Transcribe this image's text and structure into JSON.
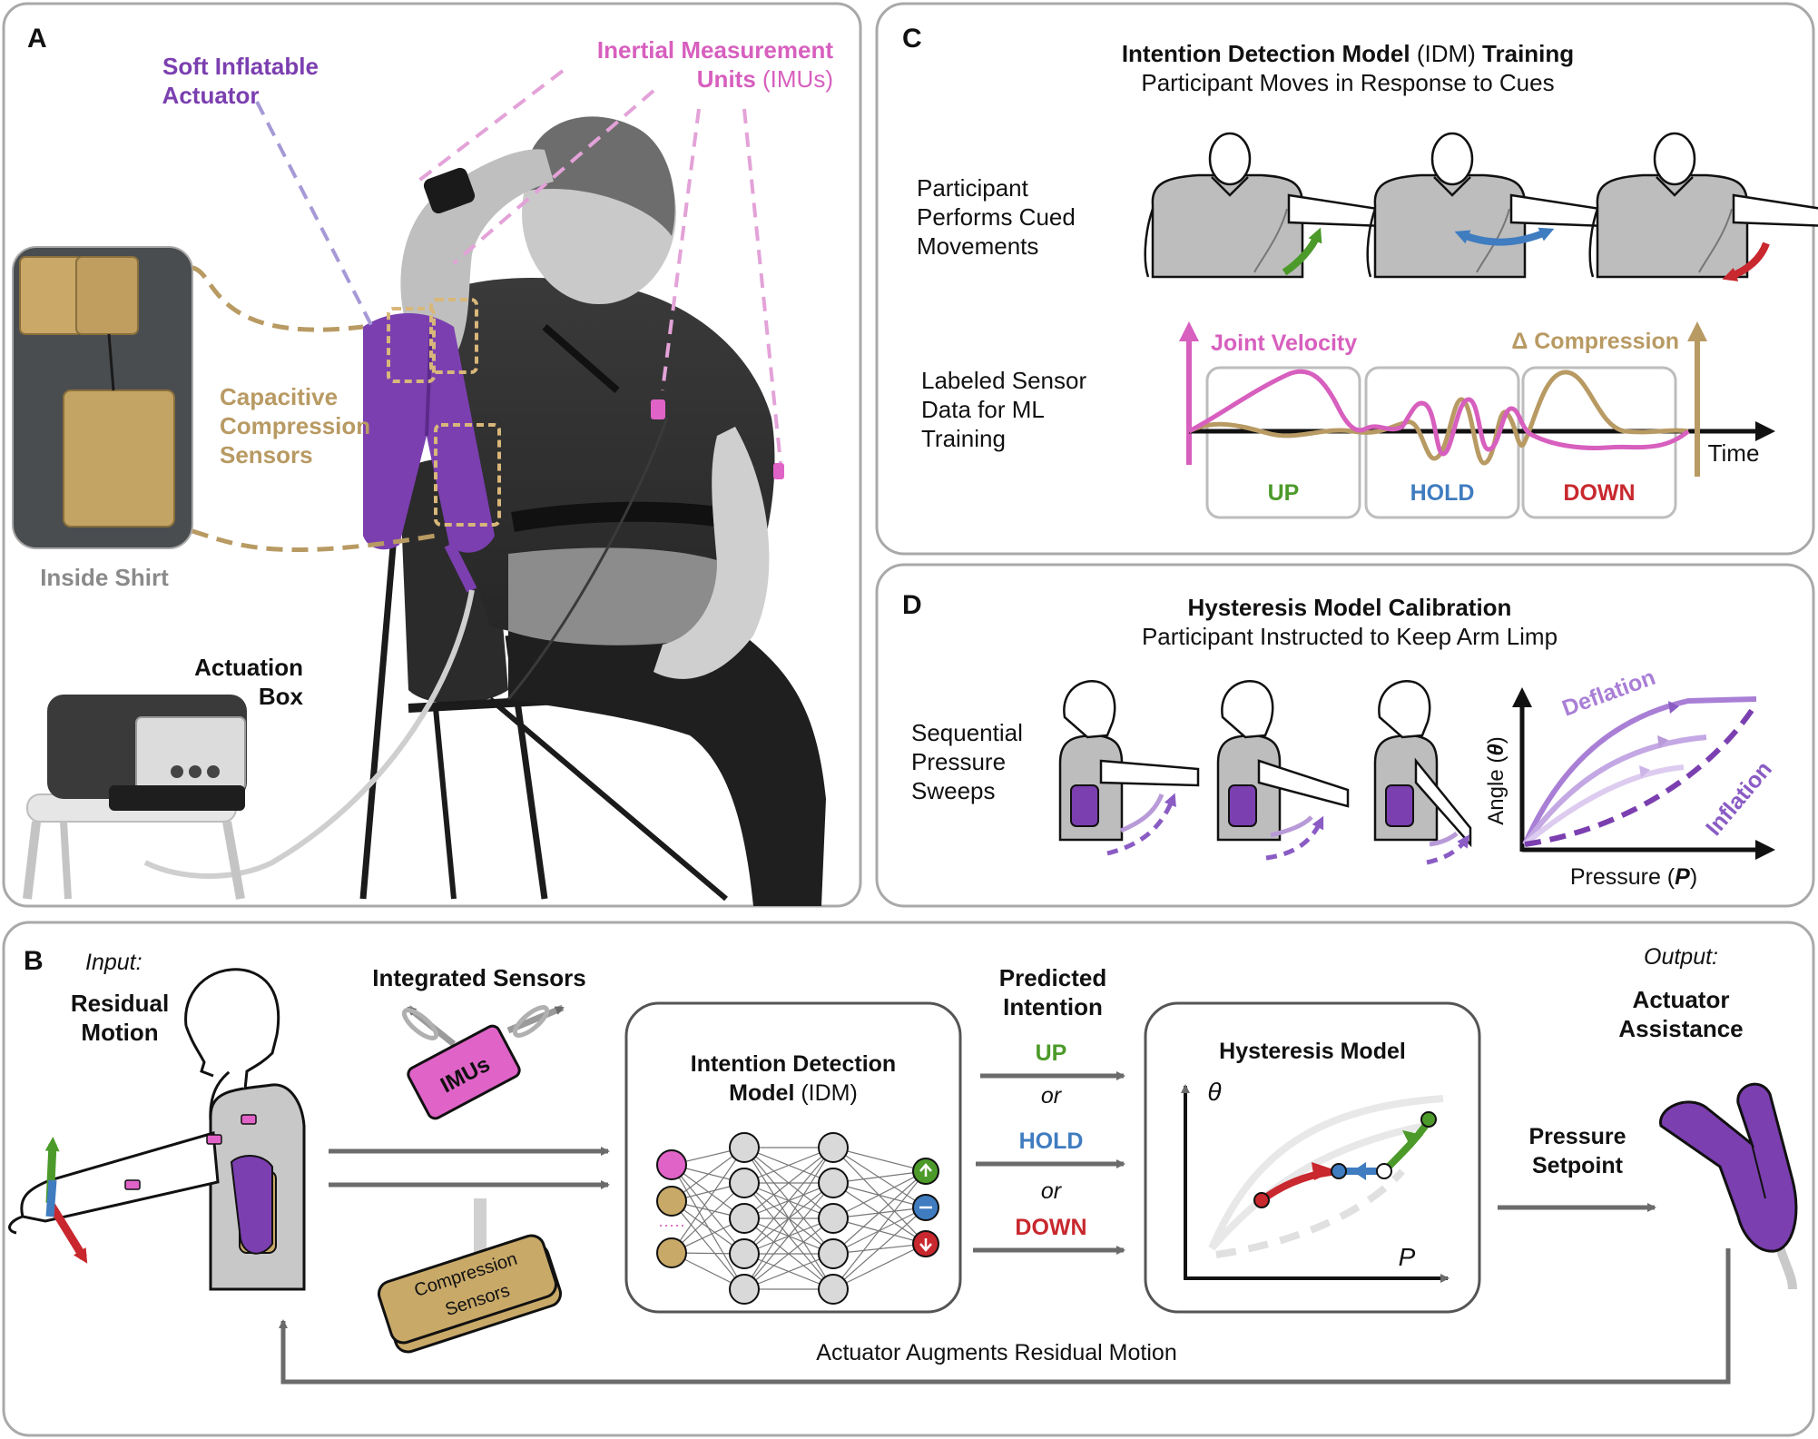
{
  "colors": {
    "purple": "#7b3fb0",
    "pink": "#d75fbe",
    "tan": "#b89a63",
    "green": "#4c9a2a",
    "blue": "#3f7cc0",
    "red": "#c8282e",
    "gray": "#6b6b6b",
    "panel_border": "#a9a9a9"
  },
  "panelA": {
    "letter": "A",
    "soft_actuator_1": "Soft Inflatable",
    "soft_actuator_2": "Actuator",
    "imu_1": "Inertial Measurement",
    "imu_2a": "Units",
    "imu_2b": "(IMUs)",
    "cap_1": "Capacitive",
    "cap_2": "Compression",
    "cap_3": "Sensors",
    "inside_shirt": "Inside Shirt",
    "box_1": "Actuation",
    "box_2": "Box"
  },
  "panelC": {
    "letter": "C",
    "title_bold_1": "Intention Detection Model",
    "title_normal": "(IDM)",
    "title_bold_2": "Training",
    "subtitle": "Participant Moves in Response to Cues",
    "row1": [
      "Participant",
      "Performs Cued",
      "Movements"
    ],
    "row2": [
      "Labeled Sensor",
      "Data for ML",
      "Training"
    ],
    "joint_velocity": "Joint Velocity",
    "delta_compression": "Δ Compression",
    "time": "Time",
    "labels": [
      "UP",
      "HOLD",
      "DOWN"
    ]
  },
  "panelD": {
    "letter": "D",
    "title": "Hysteresis Model Calibration",
    "subtitle": "Participant Instructed to Keep Arm Limp",
    "row": [
      "Sequential",
      "Pressure",
      "Sweeps"
    ],
    "deflation": "Deflation",
    "inflation": "Inflation",
    "y_prefix": "Angle (",
    "y_sym": "θ",
    "y_suffix": ")",
    "x_prefix": "Pressure (",
    "x_sym": "P",
    "x_suffix": ")"
  },
  "panelB": {
    "letter": "B",
    "input": "Input:",
    "residual_1": "Residual",
    "residual_2": "Motion",
    "integrated": "Integrated Sensors",
    "imus": "IMUs",
    "comp_1": "Compression",
    "comp_2": "Sensors",
    "idm_1": "Intention Detection",
    "idm_2a": "Model",
    "idm_2b": "(IDM)",
    "pred_1": "Predicted",
    "pred_2": "Intention",
    "up": "UP",
    "or": "or",
    "hold": "HOLD",
    "down": "DOWN",
    "hyst": "Hysteresis Model",
    "theta": "θ",
    "p": "P",
    "setpoint_1": "Pressure",
    "setpoint_2": "Setpoint",
    "output": "Output:",
    "assist_1": "Actuator",
    "assist_2": "Assistance",
    "augment": "Actuator Augments Residual Motion"
  }
}
